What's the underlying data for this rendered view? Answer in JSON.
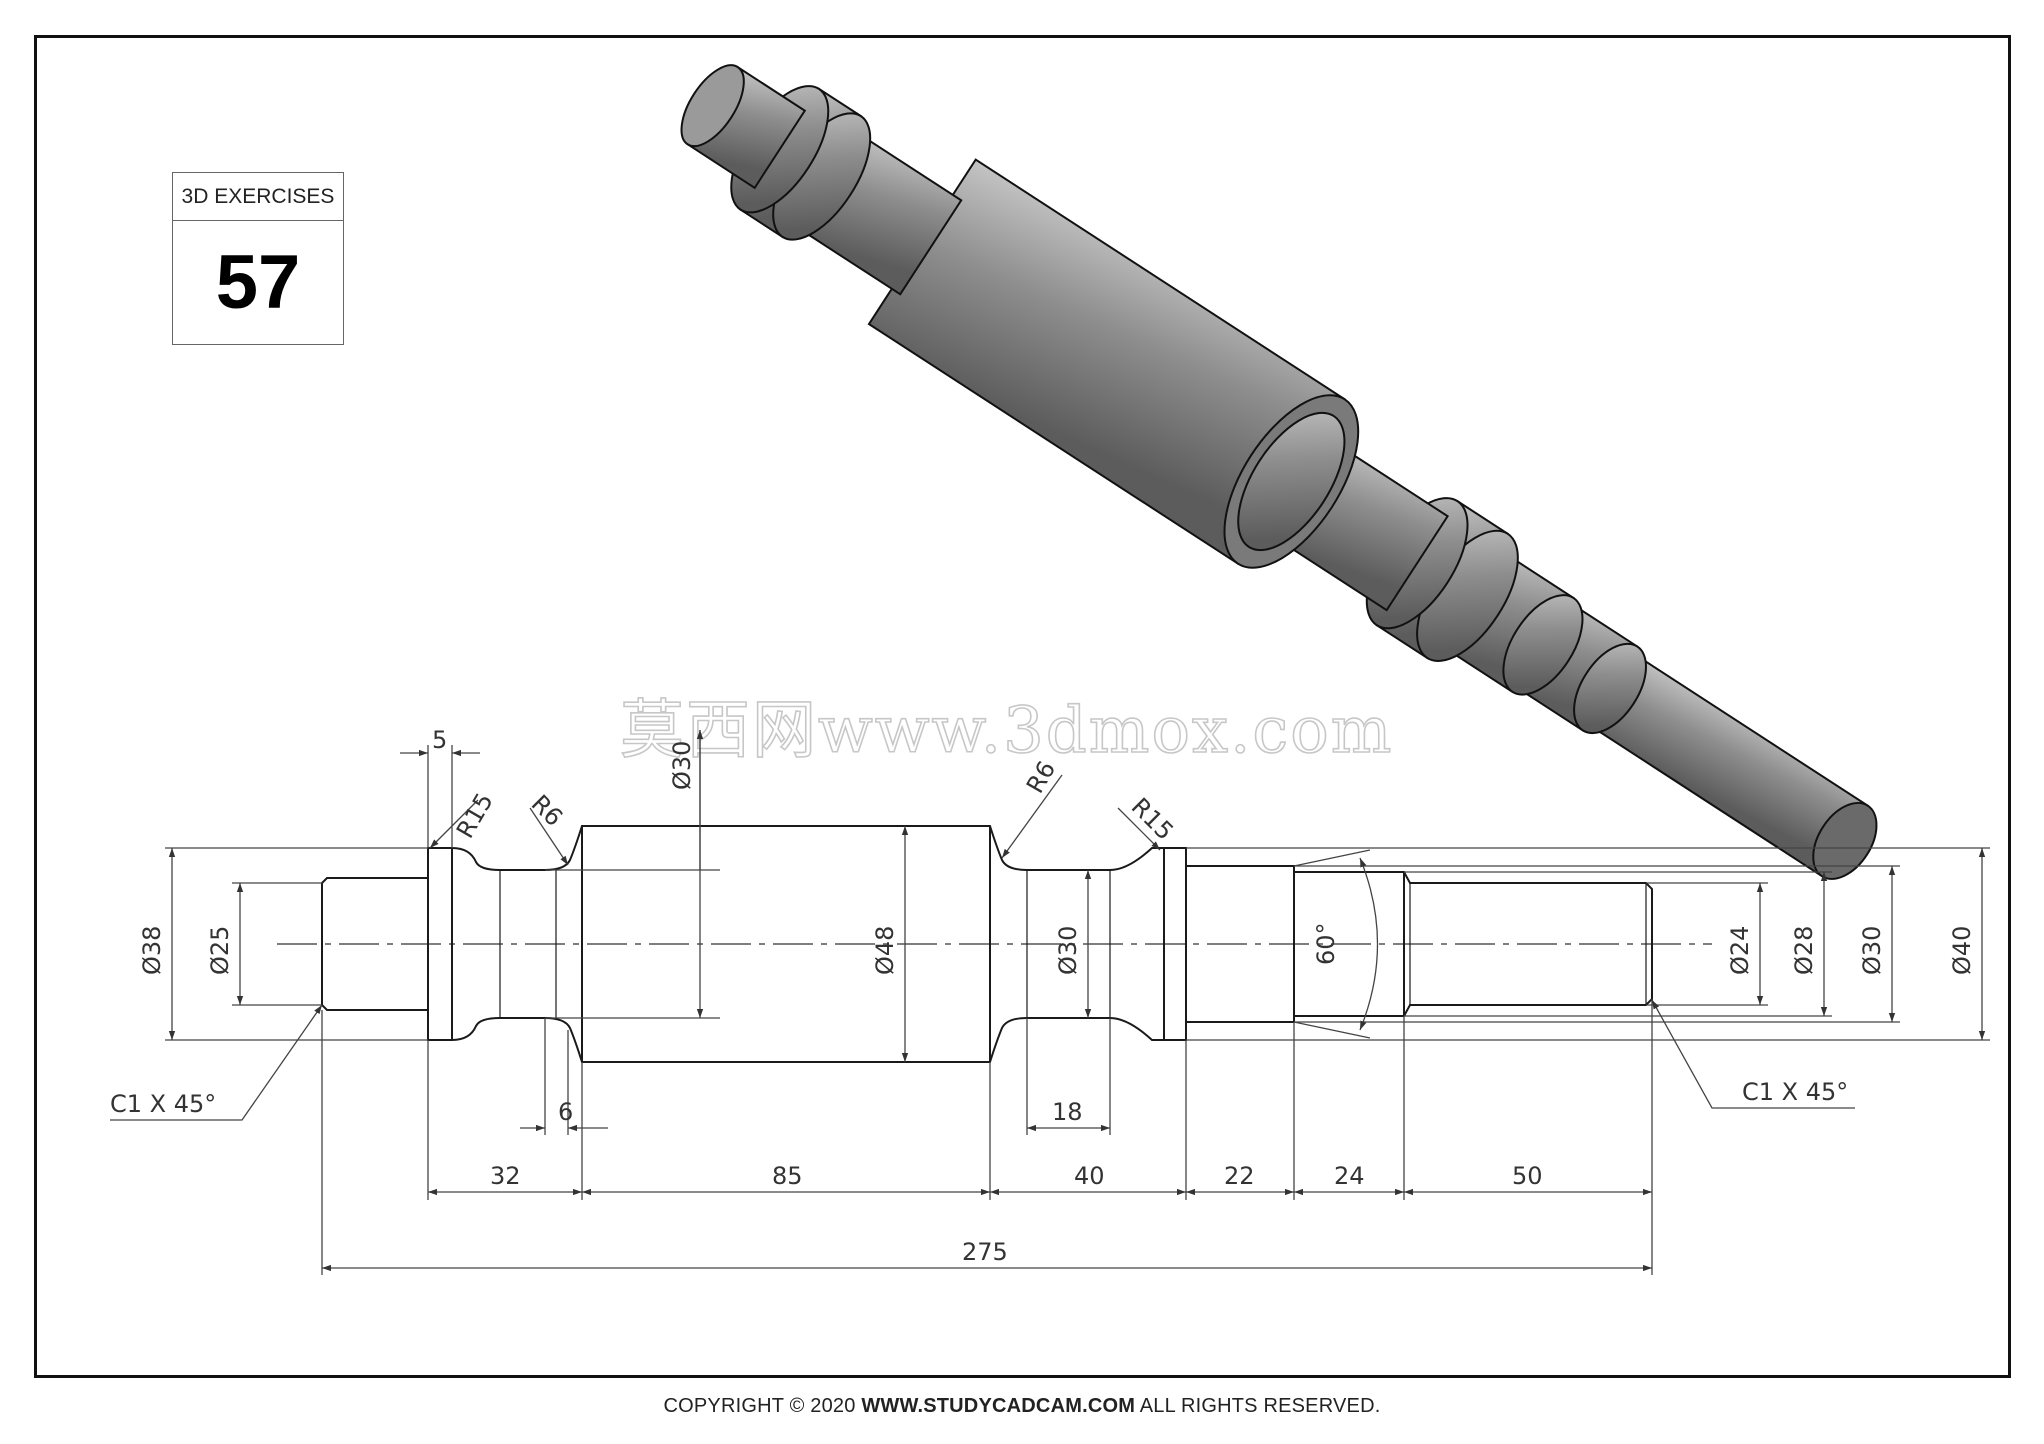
{
  "exercise": {
    "label": "3D EXERCISES",
    "number": "57"
  },
  "watermark": "莫西网www.3dmox.com",
  "footer": {
    "prefix": "COPYRIGHT © 2020 ",
    "site": "WWW.STUDYCADCAM.COM",
    "suffix": " ALL RIGHTS RESERVED."
  },
  "dimensions": {
    "d38": "Ø38",
    "d25": "Ø25",
    "d48": "Ø48",
    "d30_groove": "Ø30",
    "d30_top": "Ø30",
    "d24": "Ø24",
    "d28": "Ø28",
    "d30_right": "Ø30",
    "d40": "Ø40",
    "r15_left": "R15",
    "r6_left": "R6",
    "r6_right": "R6",
    "r15_right": "R15",
    "angle": "60°",
    "len_5": "5",
    "len_6": "6",
    "len_18": "18",
    "len_32": "32",
    "len_85": "85",
    "len_40": "40",
    "len_22": "22",
    "len_24": "24",
    "len_50": "50",
    "len_275": "275",
    "chamfer_left": "C1 X 45°",
    "chamfer_right": "C1 X 45°"
  },
  "colors": {
    "part_fill": "#8c8c8c",
    "line": "#1a1a1a",
    "dim_line": "#444444"
  }
}
